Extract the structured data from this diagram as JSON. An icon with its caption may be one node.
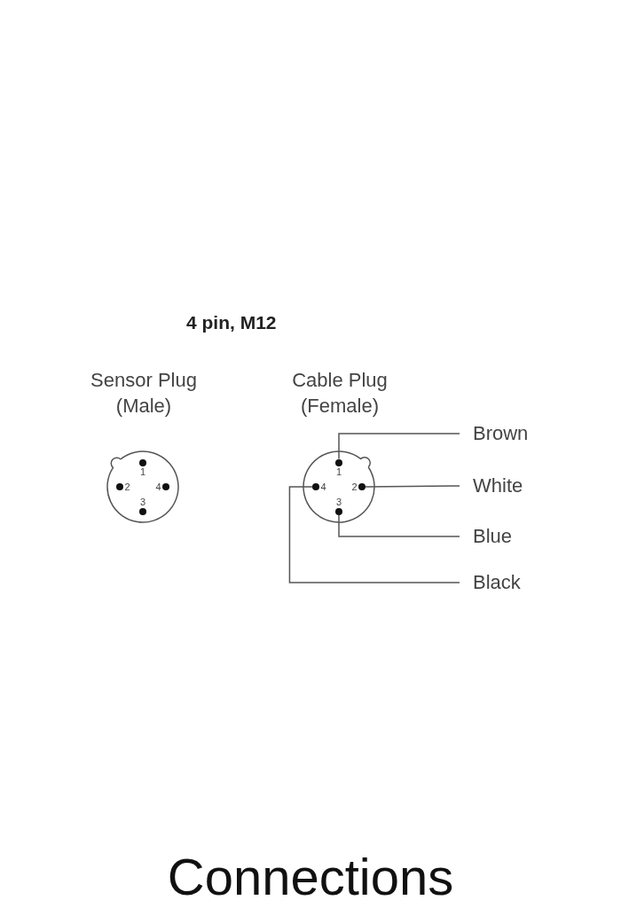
{
  "diagram": {
    "title": "4 pin, M12",
    "caption": "Connections",
    "nodes": [
      {
        "text": [
          "Sensor Plug (Male)"
        ]
      },
      {
        "text": [
          "1"
        ],
        "in": 0
      },
      {
        "text": [
          "2"
        ],
        "in": 0
      },
      {
        "text": [
          "4"
        ],
        "in": 0
      },
      {
        "text": [
          "3"
        ],
        "in": 0
      },
      {
        "text": [
          "Cable Plug (Female)"
        ]
      },
      {
        "text": [
          "1"
        ],
        "in": 5
      },
      {
        "text": [
          "4"
        ],
        "in": 5
      },
      {
        "text": [
          "2"
        ],
        "in": 5
      },
      {
        "text": [
          "3"
        ],
        "in": 5
      },
      {
        "text": [
          "Brown"
        ]
      },
      {
        "text": [
          "White"
        ]
      },
      {
        "text": [
          "Blue"
        ]
      },
      {
        "text": [
          "Black"
        ]
      }
    ],
    "edges": [
      {
        "from": 6,
        "to": 10,
        "arrow": "none"
      },
      {
        "from": 8,
        "to": 11,
        "arrow": "none"
      },
      {
        "from": 9,
        "to": 12,
        "arrow": "none"
      },
      {
        "from": 7,
        "to": 13,
        "arrow": "none"
      }
    ]
  }
}
